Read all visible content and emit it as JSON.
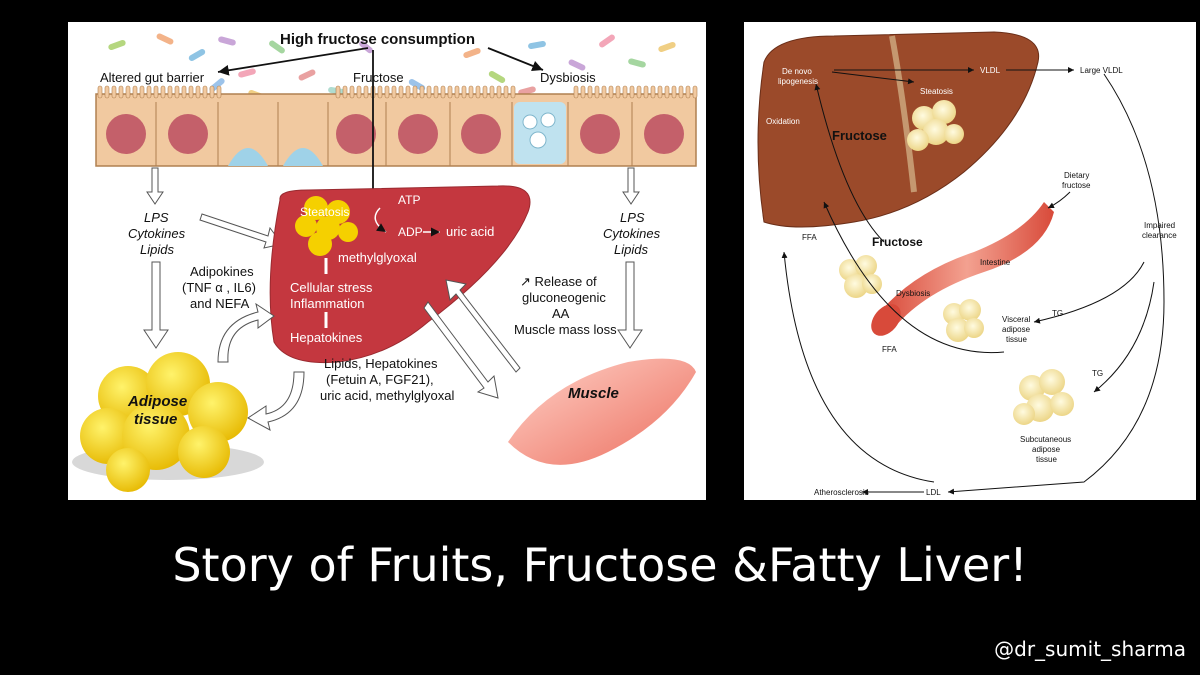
{
  "left": {
    "title": "High fructose consumption",
    "gut_barrier": "Altered gut barrier",
    "fructose": "Fructose",
    "dysbiosis": "Dysbiosis",
    "lps": "LPS",
    "cytokines": "Cytokines",
    "lipids": "Lipids",
    "steatosis": "Steatosis",
    "atp": "ATP",
    "adp": "ADP",
    "uric_acid": "uric acid",
    "methylglyoxal": "methylglyoxal",
    "cellular_stress": "Cellular stress",
    "inflammation": "Inflammation",
    "hepatokines": "Hepatokines",
    "adipokines_1": "Adipokines",
    "adipokines_2": "(TNF α , IL6)",
    "adipokines_3": "and NEFA",
    "release_1": "↗ Release of",
    "release_2": "gluconeogenic",
    "release_3": "AA",
    "release_4": "Muscle mass loss",
    "output_1": "Lipids, Hepatokines",
    "output_2": "(Fetuin A, FGF21),",
    "output_3": "uric acid, methylglyoxal",
    "adipose_1": "Adipose",
    "adipose_2": "tissue",
    "muscle": "Muscle"
  },
  "right": {
    "de_novo_1": "De novo",
    "de_novo_2": "lipogenesis",
    "steatosis": "Steatosis",
    "vldl": "VLDL",
    "large_vldl": "Large VLDL",
    "oxidation": "Oxidation",
    "fructose_liver": "Fructose",
    "dietary_1": "Dietary",
    "dietary_2": "fructose",
    "fructose_arrow": "Fructose",
    "intestine": "Intestine",
    "dysbiosis": "Dysbiosis",
    "ffa_top": "FFA",
    "ffa_mid": "FFA",
    "tg_visceral": "TG",
    "tg_subq": "TG",
    "impaired_1": "Impaired",
    "impaired_2": "clearance",
    "visceral_1": "Visceral",
    "visceral_2": "adipose",
    "visceral_3": "tissue",
    "subq_1": "Subcutaneous",
    "subq_2": "adipose",
    "subq_3": "tissue",
    "ldl": "LDL",
    "atherosclerosis": "Atherosclerosis"
  },
  "caption": "Story of Fruits, Fructose &Fatty Liver!",
  "handle": "@dr_sumit_sharma",
  "colors": {
    "liver_left": "#c4373f",
    "liver_right": "#9b4a2a",
    "fat": "#f5d000",
    "gut_cell": "#f1c9a0",
    "nucleus": "#c4606a",
    "muscle": "#f07f6f"
  }
}
